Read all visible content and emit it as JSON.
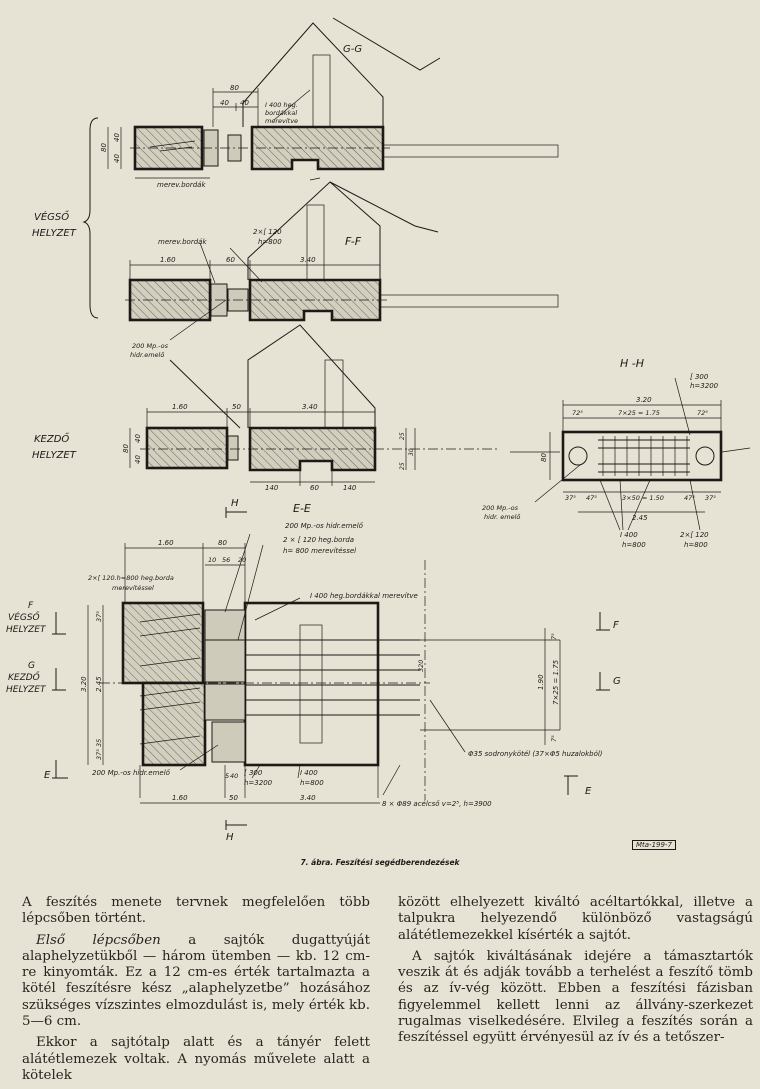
{
  "figure": {
    "caption": "7. ábra. Feszítési segédberendezések",
    "stamp": "Mta-199-7",
    "sections": {
      "gg": "G-G",
      "ff": "F-F",
      "ee": "E-E",
      "hh": "H -H"
    },
    "positions": {
      "end": [
        "VÉGSŐ",
        "HELYZET"
      ],
      "start": [
        "KEZDŐ",
        "HELYZET"
      ],
      "f_end": [
        "F",
        "VÉGSŐ",
        "HELYZET"
      ],
      "g_start": [
        "G",
        "KEZDŐ",
        "HELYZET"
      ]
    },
    "labels": {
      "i400_a": "I 400 heg.",
      "i400_b": "bordákkal",
      "i400_c": "merevítve",
      "merev_bordak": "merev.bordák",
      "ff_merev": "merev.bordák",
      "c120_a": "2×[ 120",
      "c120_b": "h=800",
      "jack_a": "200 Mp.-os",
      "jack_b": "hidr.emelő",
      "hh_c300_a": "[ 300",
      "hh_c300_b": "h=3200",
      "hh_jack_a": "200 Mp.-os",
      "hh_jack_b": "hidr. emelő",
      "hh_i400_a": "I 400",
      "hh_i400_b": "h=800",
      "hh_c120_a": "2×[ 120",
      "hh_c120_b": "h=800",
      "plan_jack": "200 Mp.-os hidr.emelő",
      "plan_c120_a": "2 × [ 120 heg.borda",
      "plan_c120_b": "h= 800   merevítéssel",
      "plan_left_a": "2×[ 120.h=800 heg.borda",
      "plan_left_b": "merevítéssel",
      "plan_i400": "I 400 heg.bordákkal merevítve",
      "plan_jack_bottom": "200 Mp.-os hidr.emelő",
      "plan_c300_a": "[ 300",
      "plan_c300_b": "h=3200",
      "plan_i400_bottom_a": "I 400",
      "plan_i400_bottom_b": "h=800",
      "cable": "Φ35 sodronykötél (37×Φ5 huzalokból)",
      "steel": "8 × Φ89 acélcső  v=2⁵, h=3900"
    },
    "dims": {
      "gg_80": "80",
      "gg_40a": "40",
      "gg_40b": "40",
      "gg_v80": "80",
      "gg_v40a": "40",
      "gg_v40b": "40",
      "ff_160": "1.60",
      "ff_60": "60",
      "ff_340": "3.40",
      "ee_160": "1.60",
      "ee_50": "50",
      "ee_340": "3.40",
      "ee_140a": "140",
      "ee_60": "60",
      "ee_140b": "140",
      "ee_v80": "80",
      "ee_v40a": "40",
      "ee_v40b": "40",
      "ee_r1": "25",
      "ee_r2": "30",
      "ee_r3": "25",
      "hh_320": "3.20",
      "hh_725a": "72⁵",
      "hh_725mid": "7×25 = 1.75",
      "hh_725b": "72⁵",
      "hh_375a": "37⁵",
      "hh_475a": "47⁵",
      "hh_350": "3×50 = 1.50",
      "hh_475b": "47⁵",
      "hh_375b": "37⁵",
      "hh_245": "2.45",
      "hh_80": "80",
      "plan_160": "1.60",
      "plan_80": "80",
      "plan_10": "10",
      "plan_56": "56",
      "plan_20": "20",
      "plan_375a": "37⁵",
      "plan_245": "2.45",
      "plan_320": "3.20",
      "plan_375b": "37⁵ 35",
      "plan_bottom_160": "1.60",
      "plan_bottom_50": "50",
      "plan_bottom_340": "3.40",
      "plan_bottom_5": "5",
      "plan_bottom_40": "40",
      "plan_190": "1.90",
      "plan_725": "7×25 = 1.75",
      "plan_r75a": "7⁵",
      "plan_r75b": "7⁵",
      "plan_inner": "320"
    },
    "cut_marks": {
      "h_top": "H",
      "h_bottom": "H",
      "f_right": "F",
      "g_right": "G",
      "e_left": "E",
      "e_right": "E"
    }
  },
  "text": {
    "left": [
      {
        "lead": "",
        "body": "A feszítés menete tervnek megfelelően több lépcsőben történt."
      },
      {
        "lead": "Első lépcsőben",
        "body": " a sajtók dugattyúját alaphelyzetükből — három ütemben — kb. 12 cm-re kinyomták. Ez a 12 cm-es érték tartalmazta a kötél feszítésre kész „alaphelyzetbe” hozásához szükséges vízszintes elmozdulást is, mely érték kb. 5—6 cm."
      },
      {
        "lead": "",
        "body": "Ekkor a sajtótalp alatt és a tányér felett alátétlemezek voltak. A nyomás művelete alatt a kötelek"
      }
    ],
    "right": [
      {
        "lead": "",
        "body": "között elhelyezett kiváltó acéltartókkal, illetve a talpukra helyezendő különböző vastagságú alátétlemezekkel kísérték a sajtót."
      },
      {
        "lead": "",
        "body": "A sajtók kiváltásának idejére a támasztartók veszik át és adják tovább a terhelést a feszítő tömb és az ív-vég között. Ebben a feszítési fázisban figyelemmel kellett lenni az állvány-szerkezet rugalmas viselkedésére. Elvileg a feszítés során a feszítéssel együtt érvényesül az ív és a tetőszer-"
      }
    ]
  }
}
